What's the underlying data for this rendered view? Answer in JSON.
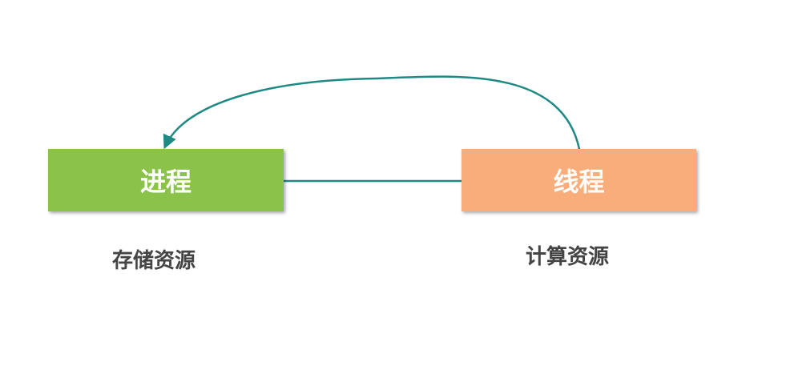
{
  "process": {
    "label": "进程",
    "caption": "存储资源",
    "color": "#8bc34a"
  },
  "thread": {
    "label": "线程",
    "caption": "计算资源",
    "color": "#f8ad7b"
  },
  "connector_color": "#1f8a84",
  "caption_color": "#444444"
}
